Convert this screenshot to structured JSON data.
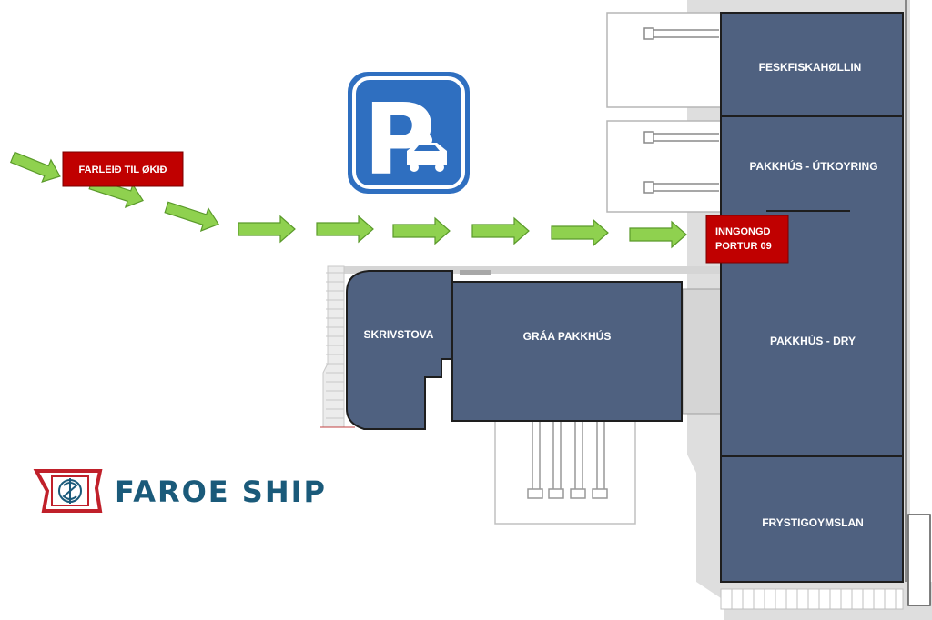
{
  "buildings": {
    "feskfiskahollin": "FESKFISKAHØLLIN",
    "pakkhus_utkoyring": "PAKKHÚS - ÚTKOYRING",
    "pakkhus_dry": "PAKKHÚS - DRY",
    "frystigoymslan": "FRYSTIGOYMSLAN",
    "skrivstova": "SKRIVSTOVA",
    "graa_pakkhus": "GRÁA PAKKHÚS"
  },
  "labels": {
    "route": "FARLEIÐ TIL ØKIÐ",
    "entrance_line1": "INNGONGD",
    "entrance_line2": "PORTUR 09"
  },
  "parking_sign": {
    "letter": "P",
    "icon": "car-icon"
  },
  "logo": {
    "text": "FAROE SHIP",
    "icon": "faroe-ship-flag-icon"
  },
  "colors": {
    "building": "#4f6180",
    "label_red": "#c00000",
    "arrow_green": "#8fd14f",
    "parking_blue": "#2f6fc0",
    "logo_blue": "#1a5a7a",
    "logo_red": "#c0202a"
  }
}
